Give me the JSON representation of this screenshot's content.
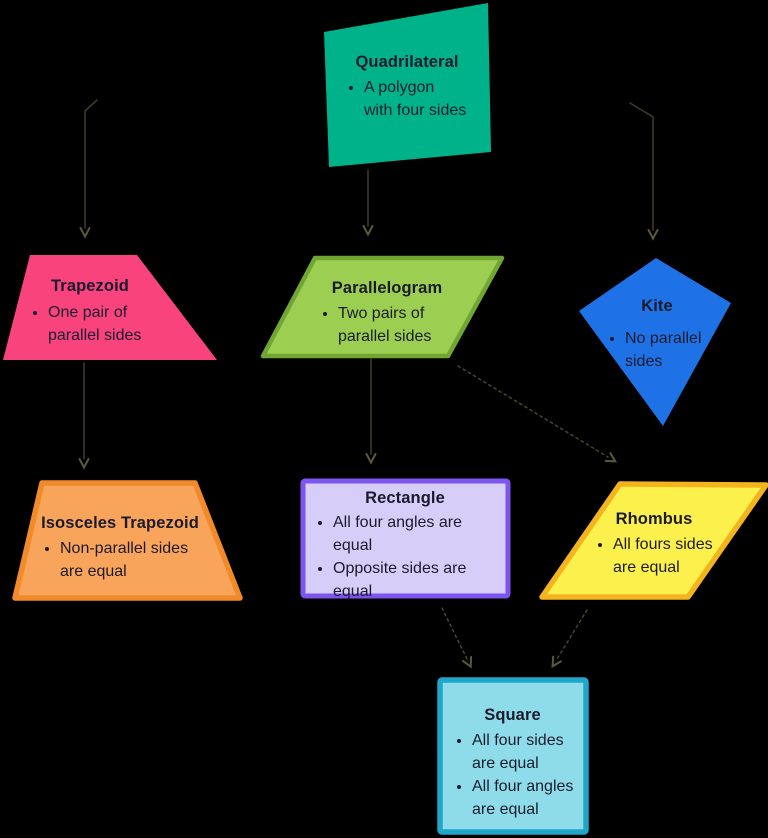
{
  "title": "Quadrilateral classification diagram",
  "background_color": "#000000",
  "text_color": "#1b1b2d",
  "arrows": {
    "line_color": "#3b3b28",
    "head_color": "#5a5a38",
    "dashed_color": "#4a4a30"
  },
  "nodes": {
    "quadrilateral": {
      "title": "Quadrilateral",
      "bullets": [
        [
          "A polygon",
          "with four sides"
        ]
      ],
      "shape": "irregular-quadrilateral",
      "fill": "#00B289"
    },
    "trapezoid": {
      "title": "Trapezoid",
      "bullets": [
        [
          "One pair of",
          "parallel sides"
        ]
      ],
      "shape": "trapezoid",
      "fill": "#F8437D"
    },
    "parallelogram": {
      "title": "Parallelogram",
      "bullets": [
        [
          "Two pairs of",
          "parallel sides"
        ]
      ],
      "shape": "parallelogram",
      "fill": "#9CCE52",
      "stroke": "#72A633"
    },
    "kite": {
      "title": "Kite",
      "bullets": [
        [
          "No parallel",
          "sides"
        ]
      ],
      "shape": "kite",
      "fill": "#1E72E6"
    },
    "isosceles_trapezoid": {
      "title": "Isosceles Trapezoid",
      "bullets": [
        [
          "Non-parallel sides",
          "are equal"
        ]
      ],
      "shape": "trapezoid",
      "fill": "#F9A45B",
      "stroke": "#F18A28"
    },
    "rectangle": {
      "title": "Rectangle",
      "bullets": [
        [
          "All four angles are",
          "equal"
        ],
        [
          "Opposite sides are",
          "equal"
        ]
      ],
      "shape": "rectangle",
      "fill": "#D6CDF8",
      "stroke": "#7B55EE"
    },
    "rhombus": {
      "title": "Rhombus",
      "bullets": [
        [
          "All fours sides",
          "are equal"
        ]
      ],
      "shape": "parallelogram",
      "fill": "#FCF04D",
      "stroke": "#F4B41E"
    },
    "square": {
      "title": "Square",
      "bullets": [
        [
          "All four sides",
          "are equal"
        ],
        [
          "All four angles",
          "are equal"
        ]
      ],
      "shape": "square",
      "fill": "#8EDCE9",
      "stroke": "#1FA6C9"
    }
  },
  "edges": [
    {
      "from": "quadrilateral",
      "to": "trapezoid",
      "style": "solid"
    },
    {
      "from": "quadrilateral",
      "to": "parallelogram",
      "style": "solid"
    },
    {
      "from": "quadrilateral",
      "to": "kite",
      "style": "solid"
    },
    {
      "from": "trapezoid",
      "to": "isosceles_trapezoid",
      "style": "solid"
    },
    {
      "from": "parallelogram",
      "to": "rectangle",
      "style": "solid"
    },
    {
      "from": "parallelogram",
      "to": "rhombus",
      "style": "dashed"
    },
    {
      "from": "rectangle",
      "to": "square",
      "style": "dashed"
    },
    {
      "from": "rhombus",
      "to": "square",
      "style": "dashed"
    }
  ]
}
